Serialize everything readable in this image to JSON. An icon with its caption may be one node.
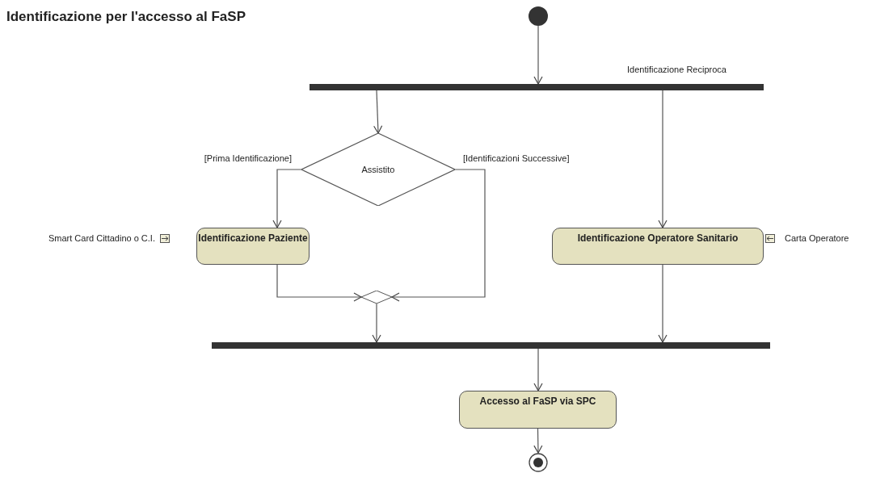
{
  "diagram": {
    "title": "Identificazione per l'accesso al FaSP",
    "nodes": [
      {
        "text": [],
        "shape": "circle"
      },
      {
        "text": [],
        "shape": "bar",
        "beside": [
          "Identificazione Reciproca"
        ]
      },
      {
        "text": [
          "Assistito"
        ]
      },
      {
        "text": [
          "Identificazione Paziente"
        ]
      },
      {
        "text": [
          "Identificazione Operatore Sanitario"
        ]
      },
      {
        "text": [],
        "shape": "box",
        "beside": [
          "Smart Card Cittadino o C.I."
        ]
      },
      {
        "text": [],
        "shape": "box",
        "beside": [
          "Carta Operatore"
        ]
      },
      {
        "text": [],
        "shape": "diamond"
      },
      {
        "text": [],
        "shape": "bar"
      },
      {
        "text": [
          "Accesso al FaSP via SPC"
        ]
      },
      {
        "text": [],
        "shape": "circle"
      }
    ],
    "edges": [
      {
        "from": 0,
        "to": 1,
        "arrow": "to"
      },
      {
        "from": 1,
        "to": 2,
        "arrow": "to"
      },
      {
        "from": 1,
        "to": 4,
        "arrow": "to"
      },
      {
        "from": 2,
        "to": 3,
        "arrow": "to",
        "label": "[Prima Identificazione]"
      },
      {
        "from": 2,
        "to": 7,
        "arrow": "to",
        "label": "[Identificazioni Successive]"
      },
      {
        "from": 3,
        "to": 7,
        "arrow": "to"
      },
      {
        "from": 7,
        "to": 8,
        "arrow": "to"
      },
      {
        "from": 4,
        "to": 8,
        "arrow": "to"
      },
      {
        "from": 8,
        "to": 9,
        "arrow": "to"
      },
      {
        "from": 9,
        "to": 10,
        "arrow": "to"
      }
    ]
  }
}
